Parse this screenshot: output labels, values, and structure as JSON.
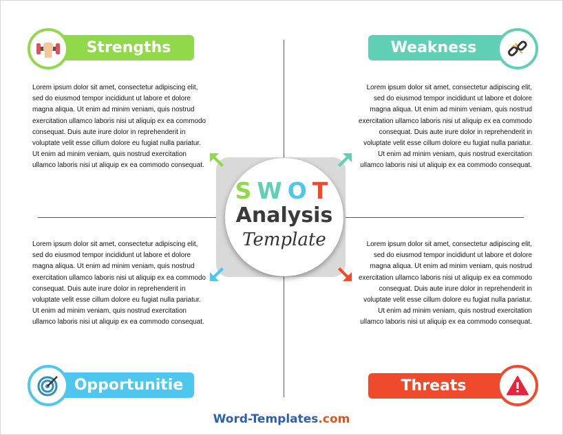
{
  "strengths": {
    "label": "Strengths",
    "icon": "fist-dumbbell-icon",
    "color": "#8fd94a",
    "text": "Lorem ipsum dolor sit amet, consectetur adipiscing elit, sed do eiusmod tempor incididunt ut labore et dolore magna aliqua. Ut enim ad minim veniam, quis nostrud exercitation ullamco laboris nisi ut aliquip ex ea commodo consequat. Duis aute irure dolor in reprehenderit in voluptate velit esse cillum dolore eu fugiat nulla pariatur. Ut enim ad minim veniam, quis nostrud exercitation ullamco laboris nisi ut aliquip ex ea commodo consequat."
  },
  "weakness": {
    "label": "Weakness",
    "icon": "broken-chain-icon",
    "color": "#5fd0b4",
    "text": "Lorem ipsum dolor sit amet, consectetur adipiscing elit, sed do eiusmod tempor incididunt ut labore et dolore magna aliqua. Ut enim ad minim veniam, quis nostrud exercitation ullamco laboris nisi ut aliquip ex ea commodo consequat. Duis aute irure dolor in reprehenderit in voluptate velit esse cillum dolore eu fugiat nulla pariatur. Ut enim ad minim veniam, quis nostrud exercitation ullamco laboris nisi ut aliquip ex ea commodo consequat."
  },
  "opportunities": {
    "label": "Opportunitie",
    "icon": "target-icon",
    "color": "#4ec7ee",
    "text": "Lorem ipsum dolor sit amet, consectetur adipiscing elit, sed do eiusmod tempor incididunt ut labore et dolore magna aliqua. Ut enim ad minim veniam, quis nostrud exercitation ullamco laboris nisi ut aliquip ex ea commodo consequat. Duis aute irure dolor in reprehenderit in voluptate velit esse cillum dolore eu fugiat nulla pariatur. Ut enim ad minim veniam, quis nostrud exercitation ullamco laboris nisi ut aliquip ex ea commodo consequat."
  },
  "threats": {
    "label": "Threats",
    "icon": "warning-icon",
    "color": "#ef4a2c",
    "text": "Lorem ipsum dolor sit amet, consectetur adipiscing elit, sed do eiusmod tempor incididunt ut labore et dolore magna aliqua. Ut enim ad minim veniam, quis nostrud exercitation ullamco laboris nisi ut aliquip ex ea commodo consequat. Duis aute irure dolor in reprehenderit in voluptate velit esse cillum dolore eu fugiat nulla pariatur. Ut enim ad minim veniam, quis nostrud exercitation ullamco laboris nisi ut aliquip ex ea commodo consequat."
  },
  "center": {
    "letters": [
      {
        "char": "S",
        "color": "#8fd94a"
      },
      {
        "char": "W",
        "color": "#5fd0b4"
      },
      {
        "char": "O",
        "color": "#4ec7ee"
      },
      {
        "char": "T",
        "color": "#ef4a2c"
      }
    ],
    "analysis": "Analysis",
    "template": "Template"
  },
  "footer": {
    "brand_part1": "Word-Templates",
    "brand_part2": ".com",
    "color1": "#2b5fb3",
    "color2": "#e0561c"
  }
}
